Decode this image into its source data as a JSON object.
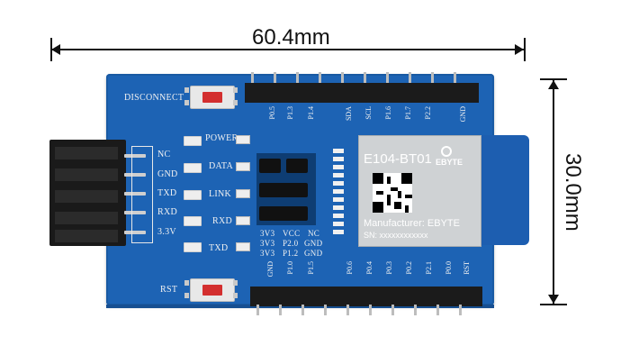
{
  "dimensions": {
    "width_label": "60.4mm",
    "height_label": "30.0mm"
  },
  "board": {
    "buttons": {
      "disconnect": "DISCONNECT",
      "reset": "RST"
    },
    "side_pins": [
      "NC",
      "GND",
      "TXD",
      "RXD",
      "3.3V"
    ],
    "leds": [
      "POWER",
      "DATA",
      "LINK",
      "RXD",
      "TXD"
    ],
    "jumper_labels": [
      [
        "3V3",
        "VCC",
        "NC"
      ],
      [
        "3V3",
        "P2.0",
        "GND"
      ],
      [
        "3V3",
        "P1.2",
        "GND"
      ]
    ],
    "top_header": [
      "P0.5",
      "P1.3",
      "P1.4",
      "SDA",
      "SCL",
      "P1.6",
      "P1.7",
      "P2.2",
      "GND"
    ],
    "bottom_header": [
      "GND",
      "P1.0",
      "P1.5",
      "P0.6",
      "P0.4",
      "P0.3",
      "P0.2",
      "P2.1",
      "P0.0",
      "RST"
    ]
  },
  "module": {
    "model": "E104-BT01",
    "brand": "EBYTE",
    "manufacturer": "Manufacturer: EBYTE",
    "sn": "SN: xxxxxxxxxxxx"
  },
  "colors": {
    "pcb": "#1d63b4",
    "button_cap": "#d32f2f",
    "module": "#cfd2d4",
    "antenna": "#1d5eb0"
  }
}
